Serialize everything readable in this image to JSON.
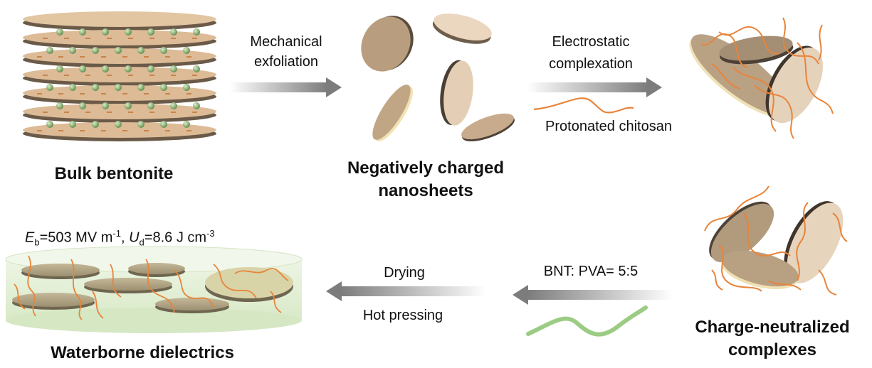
{
  "labels": {
    "bulk_bentonite": "Bulk bentonite",
    "nanosheets_line1": "Negatively charged",
    "nanosheets_line2": "nanosheets",
    "complexes_line1": "Charge-neutralized",
    "complexes_line2": "complexes",
    "waterborne": "Waterborne dielectrics"
  },
  "steps": {
    "exfoliation_line1": "Mechanical",
    "exfoliation_line2": "exfoliation",
    "complexation_line1": "Electrostatic",
    "complexation_line2": "complexation",
    "chitosan": "Protonated chitosan",
    "ratio": "BNT: PVA= 5:5",
    "drying": "Drying",
    "hot_pressing": "Hot pressing"
  },
  "properties": {
    "eb_symbol": "E",
    "eb_sub": "b",
    "eb_value": "=503 MV m",
    "eb_exp": "-1",
    "sep": ", ",
    "ud_symbol": "U",
    "ud_sub": "d",
    "ud_value": "=8.6 J cm",
    "ud_exp": "-3"
  },
  "colors": {
    "sheet_fill": "#dcbb96",
    "sheet_edge": "#6b5a48",
    "ion": "#7ea866",
    "chitosan": "#e8843a",
    "pva": "#9ccc84",
    "arrow": "#8a8a8a",
    "matrix": "#e4efd6"
  }
}
